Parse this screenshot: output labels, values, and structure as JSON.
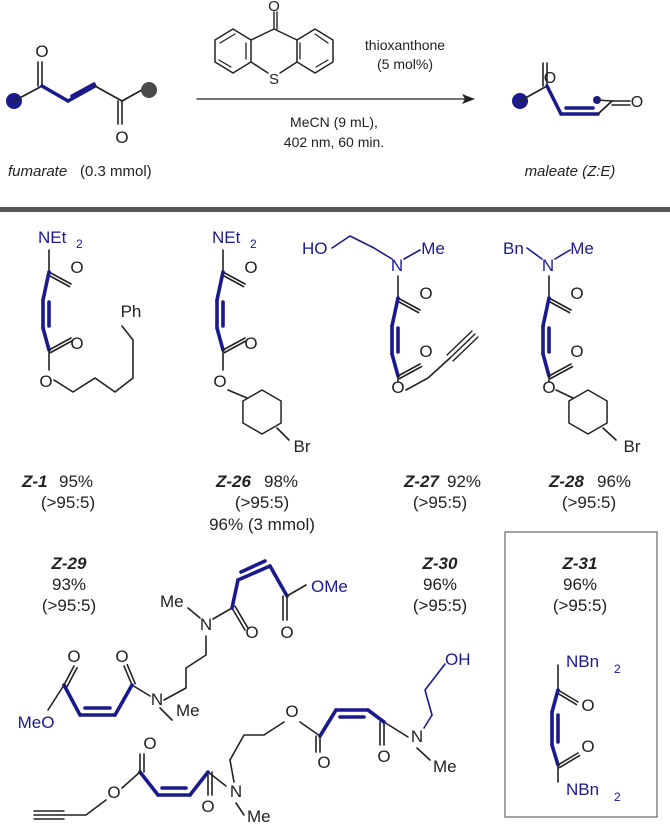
{
  "scheme": {
    "reagent": "thioxanthone",
    "loading": "(5 mol%)",
    "conditions": [
      "MeCN (9 mL),",
      "402 nm, 60 min."
    ],
    "start_name": "fumarate",
    "start_amount": "(0.3 mmol)",
    "product_name": "maleate (Z:E)"
  },
  "compounds": [
    {
      "id": "Z-1",
      "yield": "95%",
      "ratio": "(>95:5)"
    },
    {
      "id": "Z-26",
      "yield": "98%",
      "ratio": "(>95:5)",
      "extra": "96% (3 mmol)"
    },
    {
      "id": "Z-27",
      "yield": "92%",
      "ratio": "(>95:5)"
    },
    {
      "id": "Z-28",
      "yield": "96%",
      "ratio": "(>95:5)"
    },
    {
      "id": "Z-29",
      "yield": "93%",
      "ratio": "(>95:5)"
    },
    {
      "id": "Z-30",
      "yield": "96%",
      "ratio": "(>95:5)"
    },
    {
      "id": "Z-31",
      "yield": "96%",
      "ratio": "(>95:5)"
    }
  ],
  "atoms": {
    "o": "O",
    "s": "S",
    "ph": "Ph",
    "br": "Br",
    "me": "Me",
    "n": "N",
    "ho": "HO",
    "oh": "OH",
    "bn": "Bn",
    "ome": "OMe",
    "meo": "MeO",
    "net2": "NEt",
    "nbn2": "NBn",
    "sub2": "2"
  },
  "colors": {
    "blue": "#1a1a8c",
    "black": "#222222",
    "grey": "#4a4a4a",
    "divider": "#555555"
  }
}
